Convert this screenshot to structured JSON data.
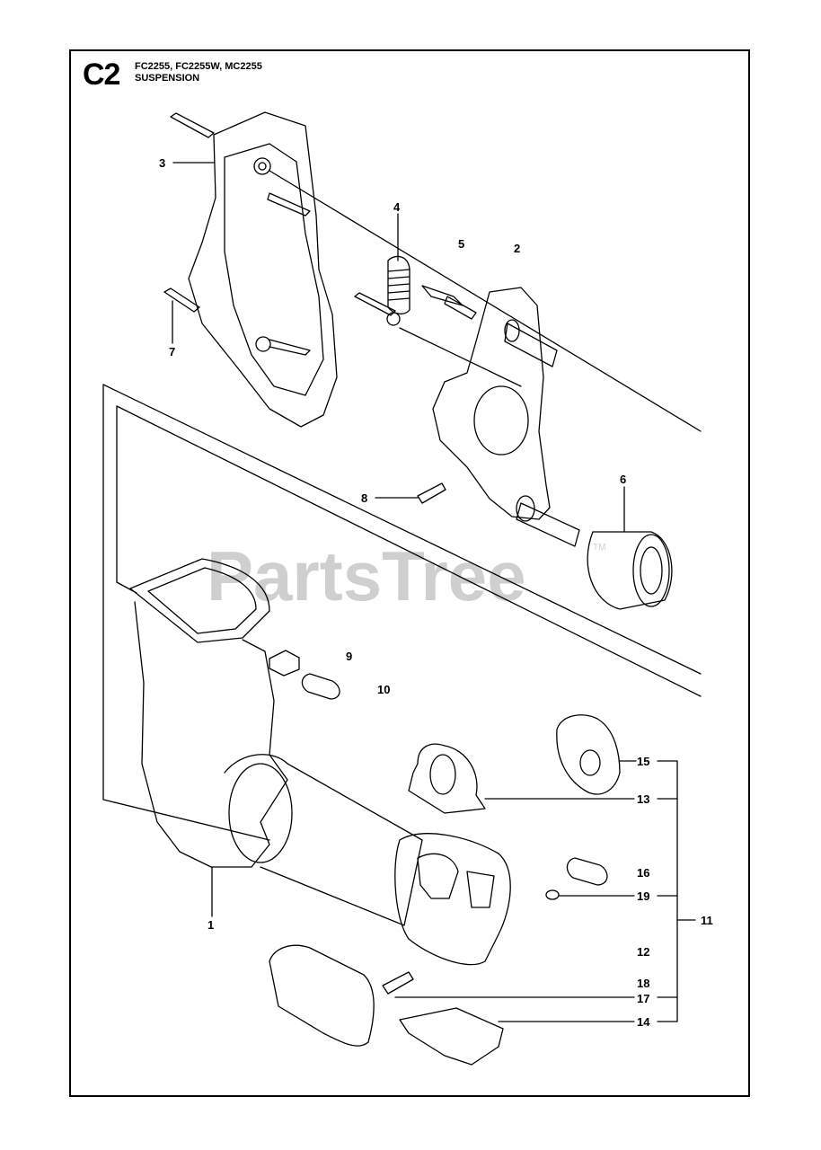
{
  "header": {
    "section_code": "C2",
    "models": "FC2255, FC2255W, MC2255",
    "title": "SUSPENSION"
  },
  "watermark": {
    "text": "PartsTree",
    "mark": "TM"
  },
  "callouts": {
    "p1": "1",
    "p2": "2",
    "p3": "3",
    "p4": "4",
    "p5": "5",
    "p6": "6",
    "p7": "7",
    "p8": "8",
    "p9": "9",
    "p10": "10",
    "p11": "11",
    "p12": "12",
    "p13": "13",
    "p14": "14",
    "p15": "15",
    "p16": "16",
    "p17": "17",
    "p18": "18",
    "p19": "19"
  },
  "colors": {
    "line": "#000000",
    "watermark": "#cfcfcf",
    "background": "#ffffff"
  }
}
